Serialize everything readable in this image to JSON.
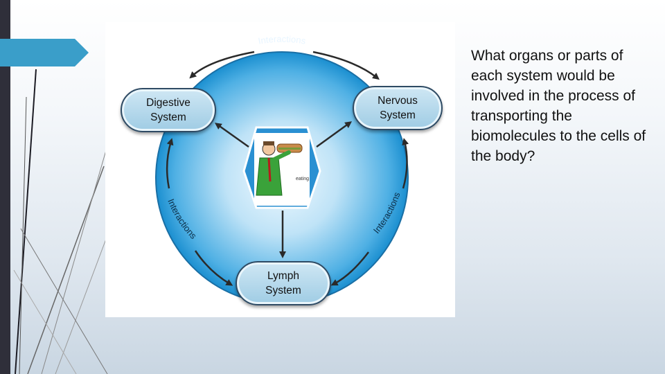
{
  "slide": {
    "question": "What organs or parts of each system would be involved in the process of transporting the biomolecules to the cells of the body?"
  },
  "diagram": {
    "nodes": {
      "digestive": "Digestive\nSystem",
      "nervous": "Nervous\nSystem",
      "lymph": "Lymph\nSystem"
    },
    "arc_labels": {
      "top": "Interactions",
      "left": "Interactions",
      "right": "Interactions"
    },
    "center_image_caption": "eating"
  },
  "colors": {
    "sidebar": "#2f2f3a",
    "accent": "#3a9ec9",
    "circle_center": "#e9f6fd",
    "circle_edge": "#1b8fd0",
    "node_border": "#2e4a63",
    "arrow": "#3a3a3a"
  }
}
